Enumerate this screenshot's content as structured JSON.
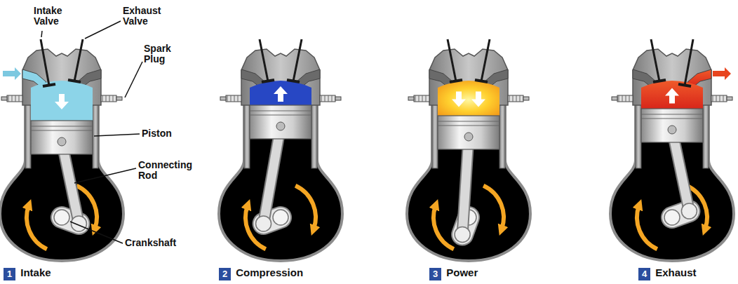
{
  "diagram": {
    "nodes": [
      {
        "text": [
          "1"
        ]
      },
      {
        "text": [
          "2"
        ]
      },
      {
        "text": [
          "3"
        ]
      },
      {
        "text": [
          "4"
        ]
      }
    ],
    "labels": [
      "Intake Valve",
      "Exhaust Valve",
      "Spark Plug",
      "Piston",
      "Connecting Rod",
      "Crankshaft",
      "Intake",
      "Compression",
      "Power",
      "Exhaust"
    ]
  }
}
